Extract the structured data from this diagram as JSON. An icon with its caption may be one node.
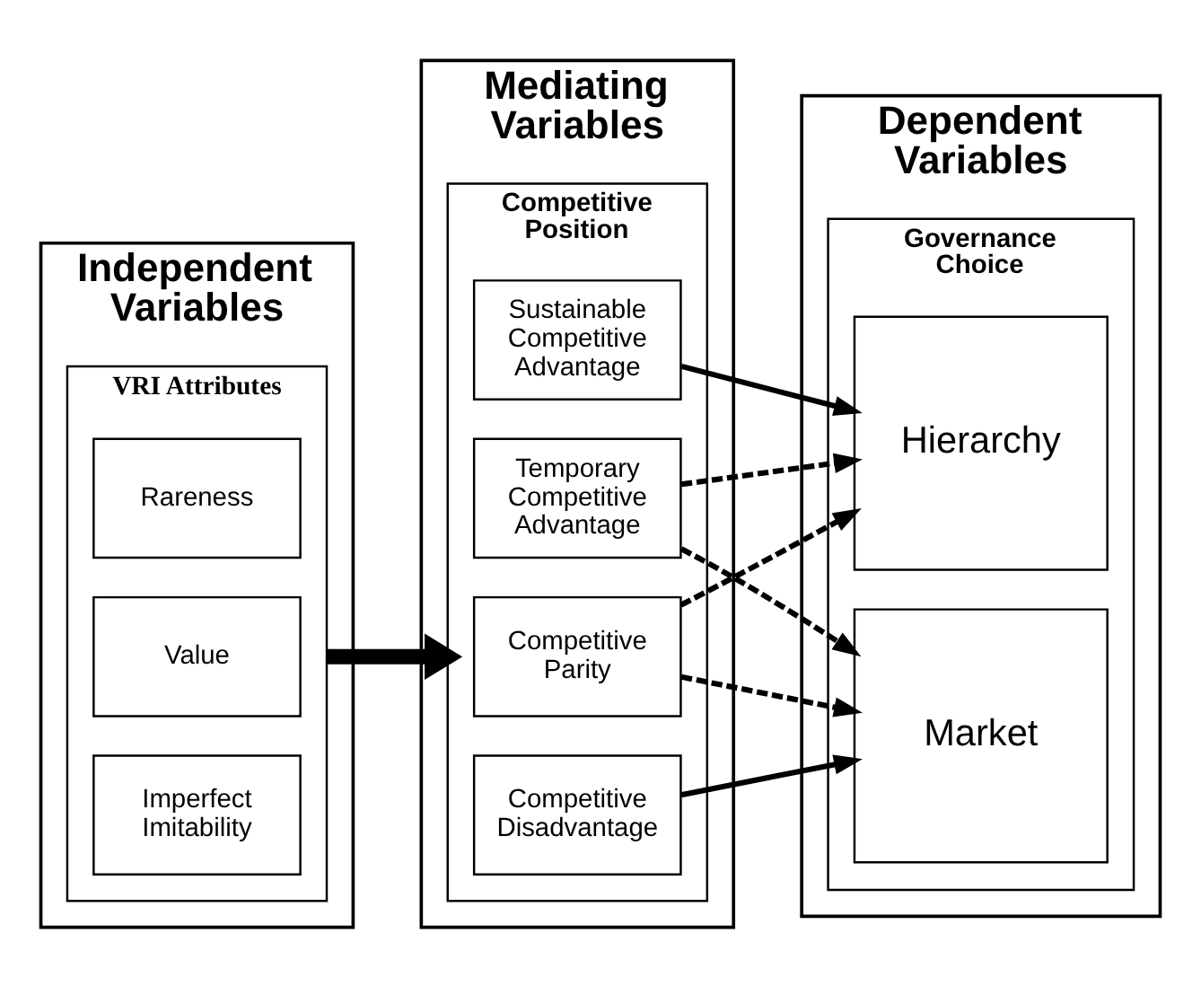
{
  "diagram": {
    "nodes": [
      {
        "text": [
          "Independent Variables"
        ]
      },
      {
        "text": [
          "VRI Attributes"
        ],
        "in": 0
      },
      {
        "text": [
          "Rareness"
        ],
        "in": 1
      },
      {
        "text": [
          "Value"
        ],
        "in": 1
      },
      {
        "text": [
          "Imperfect Imitability"
        ],
        "in": 1
      },
      {
        "text": [
          "Mediating Variables"
        ]
      },
      {
        "text": [
          "Competitive Position"
        ],
        "in": 5
      },
      {
        "text": [
          "Sustainable Competitive Advantage"
        ],
        "in": 6
      },
      {
        "text": [
          "Temporary Competitive Advantage"
        ],
        "in": 6
      },
      {
        "text": [
          "Competitive Parity"
        ],
        "in": 6
      },
      {
        "text": [
          "Competitive Disadvantage"
        ],
        "in": 6
      },
      {
        "text": [
          "Dependent Variables"
        ]
      },
      {
        "text": [
          "Governance Choice"
        ],
        "in": 11
      },
      {
        "text": [
          "Hierarchy"
        ],
        "in": 12
      },
      {
        "text": [
          "Market"
        ],
        "in": 12
      }
    ],
    "edges": [
      {
        "from": 1,
        "to": 6,
        "arrow": "to",
        "style": "thick"
      },
      {
        "from": 7,
        "to": 13,
        "arrow": "to"
      },
      {
        "from": 8,
        "to": 13,
        "arrow": "to",
        "style": "dashed"
      },
      {
        "from": 8,
        "to": 14,
        "arrow": "to",
        "style": "dashed"
      },
      {
        "from": 9,
        "to": 13,
        "arrow": "to",
        "style": "dashed"
      },
      {
        "from": 9,
        "to": 14,
        "arrow": "to",
        "style": "dashed"
      },
      {
        "from": 10,
        "to": 14,
        "arrow": "to"
      }
    ]
  }
}
